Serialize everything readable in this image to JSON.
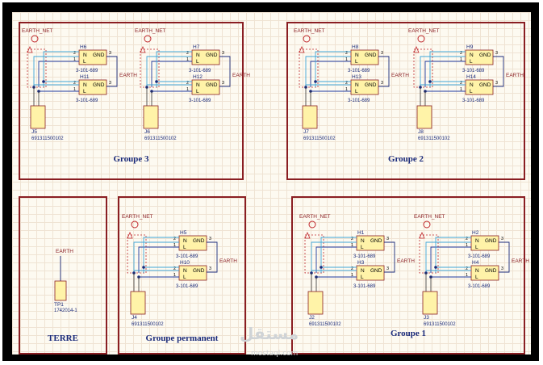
{
  "groups": {
    "g3": {
      "title": "Groupe 3"
    },
    "g2": {
      "title": "Groupe 2"
    },
    "terre": {
      "title": "TERRE"
    },
    "gp": {
      "title": "Groupe permanent"
    },
    "g1": {
      "title": "Groupe 1"
    }
  },
  "net_label": "EARTH_NET",
  "earth_label": "EARTH",
  "pin_labels": {
    "n": "N",
    "l": "L",
    "gnd": "GND"
  },
  "pin_numbers": {
    "one": "1",
    "two": "2",
    "three": "3"
  },
  "terminal_part": "3-101-689",
  "connector_part": "691311500102",
  "testpoint_part": "1742014-1",
  "circuits": [
    {
      "group": "g3",
      "top": "H6",
      "bottom": "H11",
      "connector": "J5"
    },
    {
      "group": "g3",
      "top": "H7",
      "bottom": "H12",
      "connector": "J6"
    },
    {
      "group": "g2",
      "top": "H8",
      "bottom": "H13",
      "connector": "J7"
    },
    {
      "group": "g2",
      "top": "H9",
      "bottom": "H14",
      "connector": "J8"
    },
    {
      "group": "gp",
      "top": "H5",
      "bottom": "H10",
      "connector": "J4"
    },
    {
      "group": "g1",
      "top": "H1",
      "bottom": "H3",
      "connector": "J2"
    },
    {
      "group": "g1",
      "top": "H2",
      "bottom": "H4",
      "connector": "J3"
    }
  ],
  "testpoint": {
    "designator": "TP1"
  },
  "watermark": {
    "text": "مستقل",
    "sub": "mostaql.com"
  }
}
